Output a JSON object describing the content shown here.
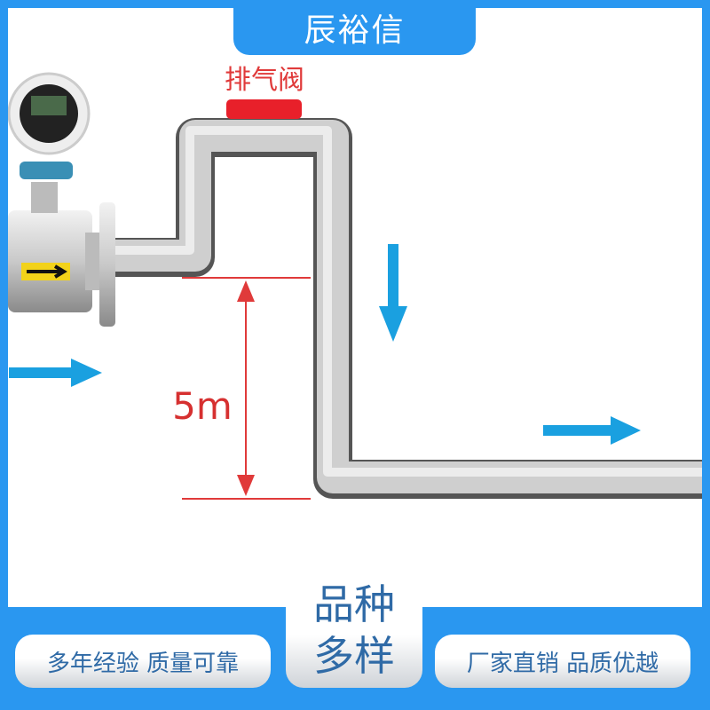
{
  "brand": "辰裕信",
  "diagram": {
    "valve_label": "排气阀",
    "height_label": "5m"
  },
  "footer": {
    "left": "多年经验 质量可靠",
    "center_line1": "品种",
    "center_line2": "多样",
    "right": "厂家直销 品质优越"
  },
  "colors": {
    "frame": "#2a97f0",
    "text_blue": "#2f6aa6",
    "valve_red": "#e8202a",
    "flow_arrow": "#1aa0e0"
  }
}
